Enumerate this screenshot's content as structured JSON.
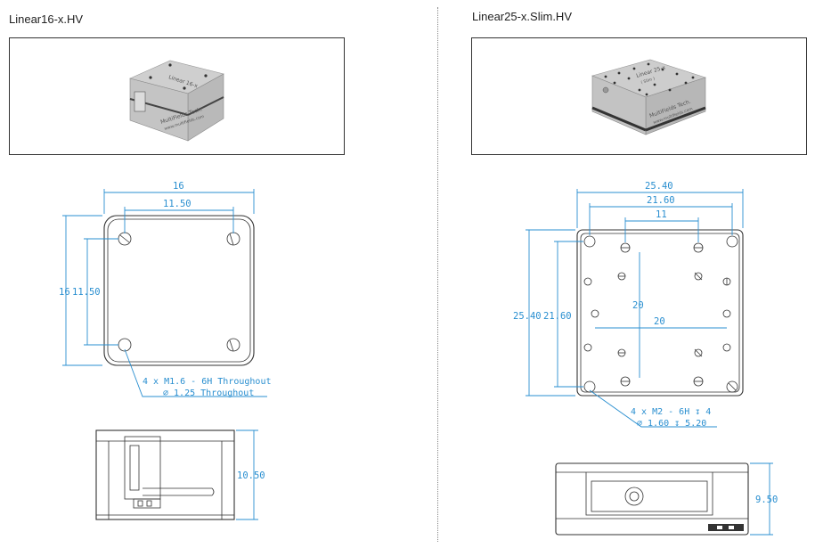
{
  "left": {
    "title": "Linear16-x.HV",
    "photo": {
      "top_label": "Linear 16-x",
      "brand": "MultiFields Tech.",
      "url": "www.multifields.com"
    },
    "dims": {
      "width_outer": "16",
      "width_holes": "11.50",
      "height_outer": "16",
      "height_holes": "11.50",
      "note_line1": "4 x  M1.6 - 6H Throughout",
      "note_line2": "∅ 1.25 Throughout",
      "side_height": "10.50"
    }
  },
  "right": {
    "title": "Linear25-x.Slim.HV",
    "photo": {
      "top_label": "Linear 25-x",
      "sub_label": "( Slim )",
      "brand": "MultiFields Tech.",
      "url": "www.multifields.com"
    },
    "dims": {
      "width_outer": "25.40",
      "width_holes": "21.60",
      "width_inner": "11",
      "height_outer": "25.40",
      "height_holes": "21.60",
      "center_v": "20",
      "center_h": "20",
      "note_line1": "4 x  M2 - 6H ↧ 4",
      "note_line2": "∅ 1.60 ↧ 5.20",
      "side_height": "9.50"
    }
  }
}
